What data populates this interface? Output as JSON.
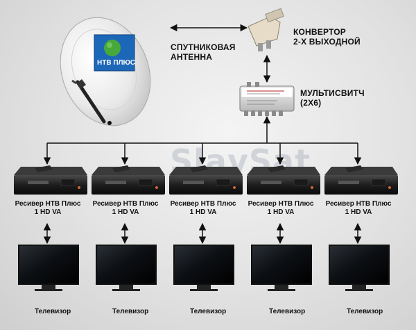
{
  "dish": {
    "label": "СПУТНИКОВАЯ\nАНТЕННА",
    "logo_text": "НТВ ПЛЮС",
    "logo_color": "#1c67b8",
    "ball_color": "#47a93a"
  },
  "converter": {
    "label": "КОНВЕРТОР\n2-Х ВЫХОДНОЙ"
  },
  "multiswitch": {
    "label": "МУЛЬТИСВИТЧ\n(2Х6)"
  },
  "watermark": "SlavSat",
  "receivers": [
    {
      "label": "Ресивер НТВ Плюс\n1 HD VA"
    },
    {
      "label": "Ресивер НТВ Плюс\n1 HD VA"
    },
    {
      "label": "Ресивер НТВ Плюс\n1 HD VA"
    },
    {
      "label": "Ресивер НТВ Плюс\n1 HD VA"
    },
    {
      "label": "Ресивер НТВ Плюс\n1 HD VA"
    }
  ],
  "tvs": [
    {
      "label": "Телевизор"
    },
    {
      "label": "Телевизор"
    },
    {
      "label": "Телевизор"
    },
    {
      "label": "Телевизор"
    },
    {
      "label": "Телевизор"
    }
  ]
}
